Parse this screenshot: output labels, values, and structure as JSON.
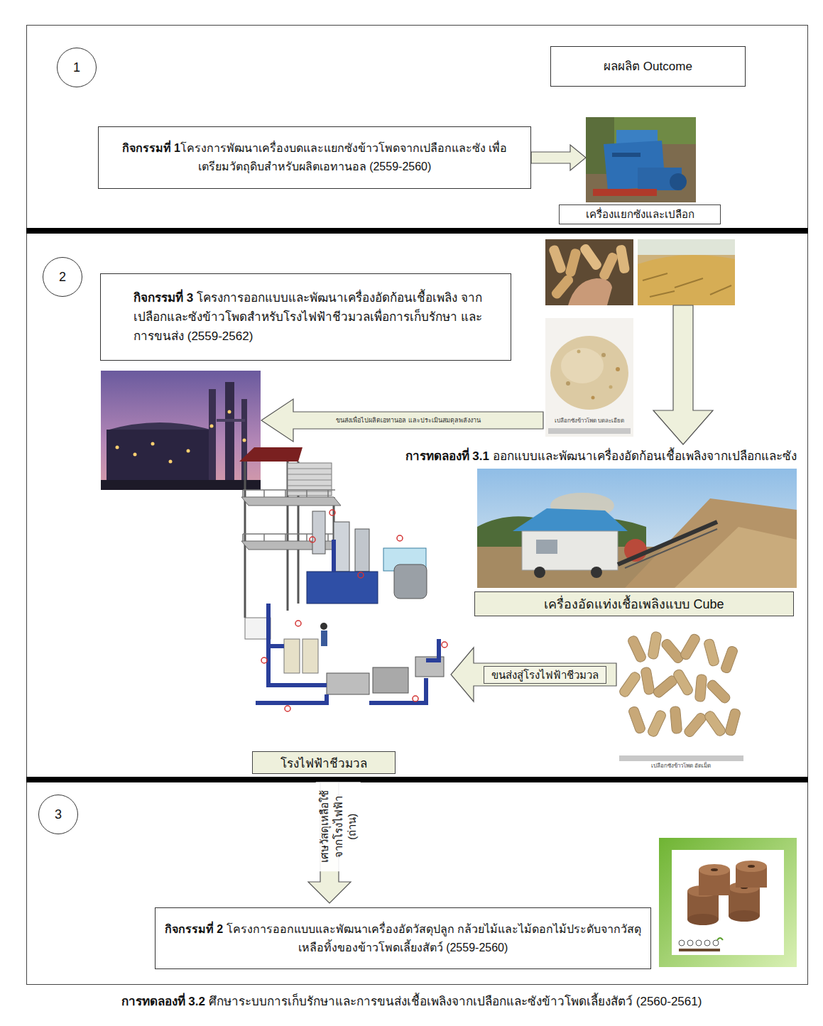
{
  "diagram": {
    "nodes": [
      {
        "text": [
          "1"
        ]
      },
      {
        "text": [
          "ผลผลิต Outcome"
        ]
      },
      {
        "text": [
          "กิจกรรมที่ 1",
          "โครงการพัฒนาเครื่องบดและแยกซังข้าวโพดจากเปลือกและซัง เพื่อเตรียมวัตถุดิบสำหรับผลิตเอทานอล (2559-2560)"
        ]
      },
      {
        "text": [
          "เครื่องแยกซังและเปลือก"
        ]
      },
      {
        "text": [
          "2"
        ]
      },
      {
        "text": [
          "กิจกรรมที่ 3",
          "โครงการออกแบบและพัฒนาเครื่องอัดก้อนเชื้อเพลิง จากเปลือกและซังข้าวโพดสำหรับโรงไฟฟ้าชีวมวลเพื่อการเก็บรักษา และการขนส่ง (2559-2562)"
        ]
      },
      {
        "text": [
          "เปลือกซังข้าวโพด บดละเอียด"
        ]
      },
      {
        "text": [
          "การทดลองที่ 3.1",
          "ออกแบบและพัฒนาเครื่องอัดก้อนเชื้อเพลิงจากเปลือกและซัง",
          "เครื่องอัดแท่งเชื้อเพลิงแบบ Cube"
        ]
      },
      {
        "text": [
          "โรงไฟฟ้าชีวมวล"
        ]
      },
      {
        "text": [
          "เปลือกซังข้าวโพด อัดเม็ด"
        ]
      },
      {
        "text": [
          "3"
        ]
      },
      {
        "text": [
          "กิจกรรมที่ 2",
          "โครงการออกแบบและพัฒนาเครื่องอัดวัสดุปลูก กล้วยไม้และไม้ดอกไม้ประดับจากวัสดุเหลือทิ้งของข้าวโพดเลี้ยงสัตว์ (2559-2560)"
        ]
      }
    ],
    "edges": [
      {
        "from": 2,
        "to": 3,
        "arrow": "to"
      },
      {
        "from": 9,
        "to": 8,
        "arrow": "to",
        "label": "ขนส่งสู่โรงไฟฟ้าชีวมวล"
      },
      {
        "from": 8,
        "to": 11,
        "arrow": "to",
        "label": "เศษวัสดุเหลือใช้ จากโรงไฟฟ้า (ถ่าน)"
      }
    ],
    "labels": [
      "ขนส่งเพื่อไปผลิตเอทานอล และประเมินสมดุลพลังงาน",
      "การทดลองที่ 3.2",
      "ศึกษาระบบการเก็บรักษาและการขนส่งเชื้อเพลิงจากเปลือกและซังข้าวโพดเลี้ยงสัตว์ (2560-2561)"
    ]
  }
}
